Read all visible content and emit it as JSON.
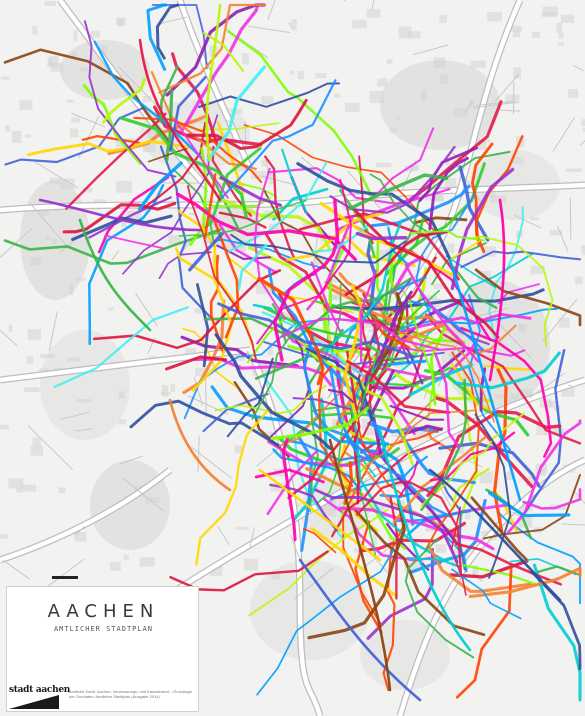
{
  "map": {
    "title": "AACHEN",
    "subtitle": "AMTLICHER STADTPLAN",
    "logo_text": "stadt aachen",
    "credits": "Amtliche Karte: Aachen, Vermessungs- und Katasteramt – Grundlage der Geodaten: Amtlicher Stadtplan (Ausgabe 2014)",
    "colors": {
      "background": "#f2f2f0",
      "urban_block": "#dcdcdc",
      "road_major": "#ffffff",
      "road_casing": "#bdbdbd",
      "forest": "#e3e3e1",
      "route_palette": [
        "#e6194b",
        "#3cb44b",
        "#4363d8",
        "#f58231",
        "#911eb4",
        "#46f0f0",
        "#f032e6",
        "#bcf60c",
        "#00a0ff",
        "#ff00aa",
        "#8b4513",
        "#1e90ff",
        "#32cd32",
        "#ff4500",
        "#9932cc",
        "#00ced1",
        "#ffd700",
        "#2f4f9f",
        "#dc143c",
        "#7fff00"
      ]
    }
  }
}
